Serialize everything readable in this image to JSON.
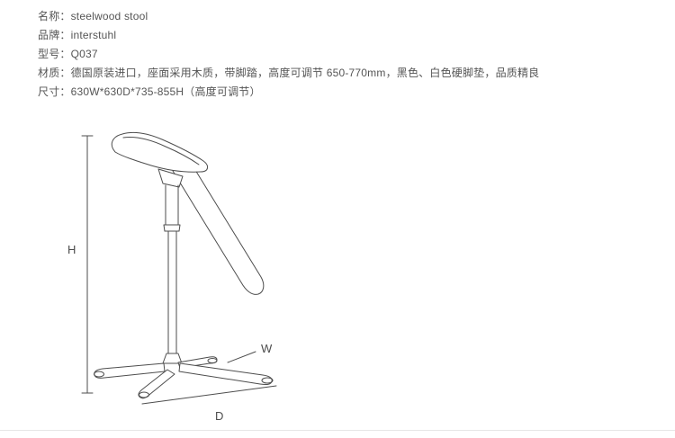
{
  "page": {
    "background_color": "#ffffff",
    "text_color": "#555555",
    "line_art_color": "#4d4d4d",
    "divider_color": "#e7e7e7"
  },
  "specs": {
    "name": "名称：steelwood stool",
    "brand": "品牌：interstuhl",
    "model": "型号：Q037",
    "material": "材质：德国原装进口，座面采用木质，带脚踏，高度可调节 650-770mm，黑色、白色硬脚垫，品质精良",
    "size": "尺寸：630W*630D*735-855H（高度可调节）"
  },
  "diagram": {
    "subject": "bar stool line drawing",
    "height_label": "H",
    "width_label": "W",
    "depth_label": "D"
  }
}
